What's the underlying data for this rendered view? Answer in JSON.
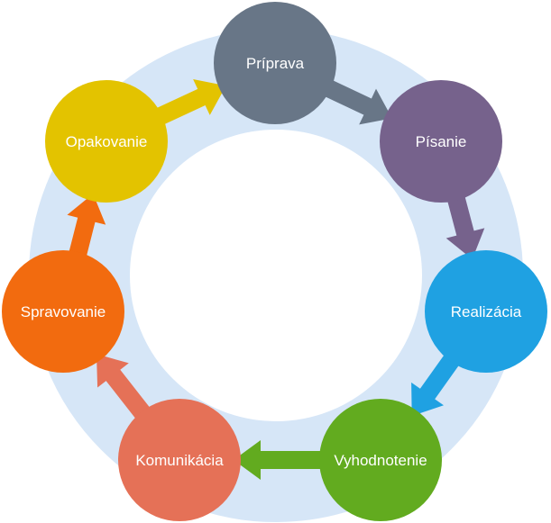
{
  "diagram": {
    "type": "cycle",
    "ring_color": "#d6e6f7",
    "nodes": [
      {
        "label": "Príprava",
        "color": "#687687"
      },
      {
        "label": "Písanie",
        "color": "#76628c"
      },
      {
        "label": "Realizácia",
        "color": "#1fa1e2"
      },
      {
        "label": "Vyhodnotenie",
        "color": "#62ab1f"
      },
      {
        "label": "Komunikácia",
        "color": "#e57157"
      },
      {
        "label": "Spravovanie",
        "color": "#f26b0f"
      },
      {
        "label": "Opakovanie",
        "color": "#e3c300"
      }
    ],
    "arrows": [
      {
        "from": "Príprava",
        "to": "Písanie"
      },
      {
        "from": "Písanie",
        "to": "Realizácia"
      },
      {
        "from": "Realizácia",
        "to": "Vyhodnotenie"
      },
      {
        "from": "Vyhodnotenie",
        "to": "Komunikácia"
      },
      {
        "from": "Komunikácia",
        "to": "Spravovanie"
      },
      {
        "from": "Spravovanie",
        "to": "Opakovanie"
      },
      {
        "from": "Opakovanie",
        "to": "Príprava"
      }
    ]
  }
}
